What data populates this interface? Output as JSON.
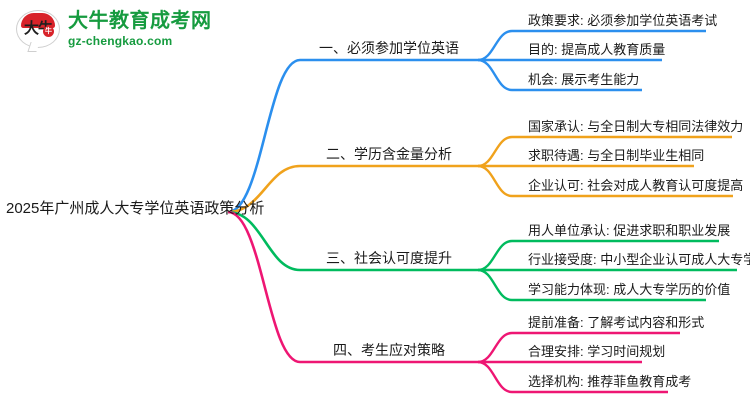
{
  "logo": {
    "mark_text": "大牛",
    "badge_text": "牛",
    "title": "大牛教育成考网",
    "subtitle": "gz-chengkao.com",
    "brand_green": "#169b3f",
    "brand_red": "#d8232a"
  },
  "mindmap": {
    "root": {
      "label": "2025年广州成人大专学位英语政策分析"
    },
    "branches": [
      {
        "label": "一、必须参加学位英语",
        "color": "#2b8fee",
        "children": [
          {
            "label": "政策要求: 必须参加学位英语考试"
          },
          {
            "label": "目的: 提高成人教育质量"
          },
          {
            "label": "机会: 展示考生能力"
          }
        ]
      },
      {
        "label": "二、学历含金量分析",
        "color": "#f0a21c",
        "children": [
          {
            "label": "国家承认: 与全日制大专相同法律效力"
          },
          {
            "label": "求职待遇: 与全日制毕业生相同"
          },
          {
            "label": "企业认可: 社会对成人教育认可度提高"
          }
        ]
      },
      {
        "label": "三、社会认可度提升",
        "color": "#00bb5e",
        "children": [
          {
            "label": "用人单位承认: 促进求职和职业发展"
          },
          {
            "label": "行业接受度: 中小型企业认可成人大专学历"
          },
          {
            "label": "学习能力体现: 成人大专学历的价值"
          }
        ]
      },
      {
        "label": "四、考生应对策略",
        "color": "#ee1673",
        "children": [
          {
            "label": "提前准备: 了解考试内容和形式"
          },
          {
            "label": "合理安排: 学习时间规划"
          },
          {
            "label": "选择机构: 推荐菲鱼教育成考"
          }
        ]
      }
    ]
  }
}
